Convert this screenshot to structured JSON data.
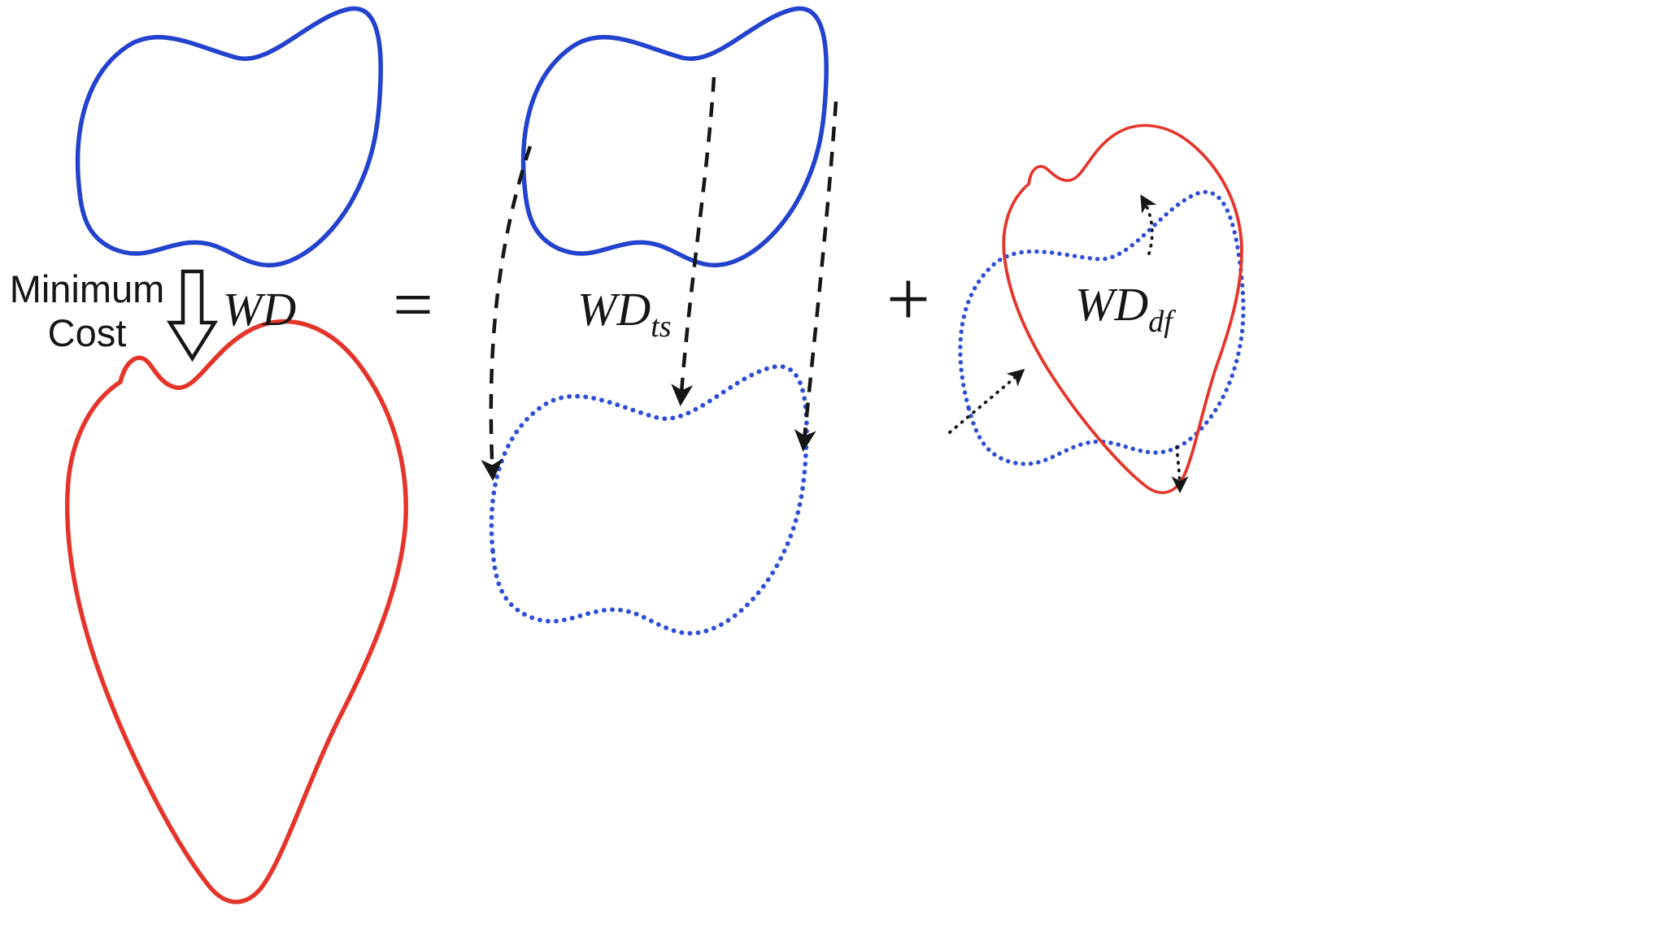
{
  "colors": {
    "blue": "#2342cd",
    "blue_dotted": "#2d4fd6",
    "red": "#e5352b",
    "black": "#161616",
    "background": "#ffffff"
  },
  "left_panel": {
    "caption_line1": "Minimum",
    "caption_line2": "Cost",
    "distance_label": "WD"
  },
  "operators": {
    "equals": "=",
    "plus": "+"
  },
  "translation_term": {
    "base": "WD",
    "subscript": "ts"
  },
  "deformation_term": {
    "base": "WD",
    "subscript": "df"
  }
}
